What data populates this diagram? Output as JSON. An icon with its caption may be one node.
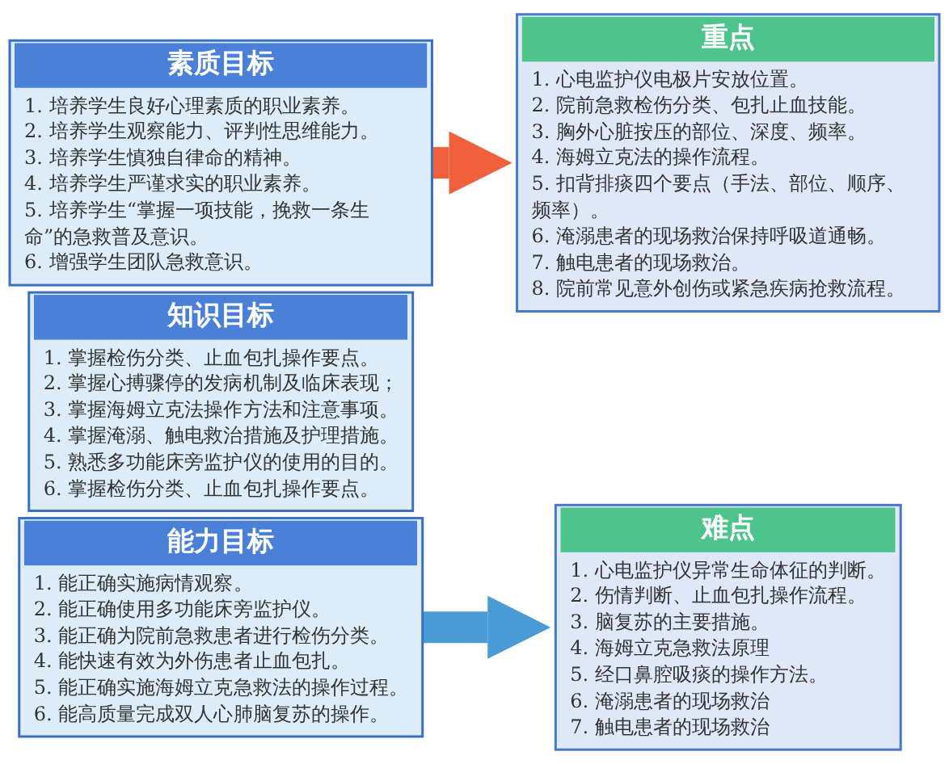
{
  "diagram": {
    "nodes": [
      {
        "text": [
          "素质目标",
          "1. 培养学生良好心理素质的职业素养。",
          "2. 培养学生观察能力、评判性思维能力。",
          "3. 培养学生慎独自律命的精神。",
          "4. 培养学生严谨求实的职业素养。",
          "5. 培养学生“掌握一项技能，挽救一条生命”的急救普及意识。",
          "6. 增强学生团队急救意识。"
        ]
      },
      {
        "text": [
          "知识目标",
          "1. 掌握检伤分类、止血包扎操作要点。",
          "2. 掌握心搏骤停的发病机制及临床表现；",
          "3. 掌握海姆立克法操作方法和注意事项。",
          "4. 掌握淹溺、触电救治措施及护理措施。",
          "5. 熟悉多功能床旁监护仪的使用的目的。",
          "6. 掌握检伤分类、止血包扎操作要点。"
        ]
      },
      {
        "text": [
          "能力目标",
          "1. 能正确实施病情观察。",
          "2. 能正确使用多功能床旁监护仪。",
          "3. 能正确为院前急救患者进行检伤分类。",
          "4. 能快速有效为外伤患者止血包扎。",
          "5. 能正确实施海姆立克急救法的操作过程。",
          "6. 能高质量完成双人心肺脑复苏的操作。"
        ]
      },
      {
        "text": [
          "重点",
          "1. 心电监护仪电极片安放位置。",
          "2. 院前急救检伤分类、包扎止血技能。",
          "3. 胸外心脏按压的部位、深度、频率。",
          "4. 海姆立克法的操作流程。",
          "5. 扣背排痰四个要点（手法、部位、顺序、频率）。",
          "6. 淹溺患者的现场救治保持呼吸道通畅。",
          "7. 触电患者的现场救治。",
          "8. 院前常见意外创伤或紧急疾病抢救流程。"
        ]
      },
      {
        "text": [
          "难点",
          "1. 心电监护仪异常生命体征的判断。",
          "2. 伤情判断、止血包扎操作流程。",
          "3. 脑复苏的主要措施。",
          "4. 海姆立克急救法原理",
          "5. 经口鼻腔吸痰的操作方法。",
          "6. 淹溺患者的现场救治",
          "7. 触电患者的现场救治"
        ]
      }
    ],
    "edges": [
      {
        "from": 0,
        "to": 3,
        "arrow": "to",
        "color": "#f0603c"
      },
      {
        "from": 2,
        "to": 4,
        "arrow": "to",
        "color": "#4a9ad8"
      }
    ]
  }
}
